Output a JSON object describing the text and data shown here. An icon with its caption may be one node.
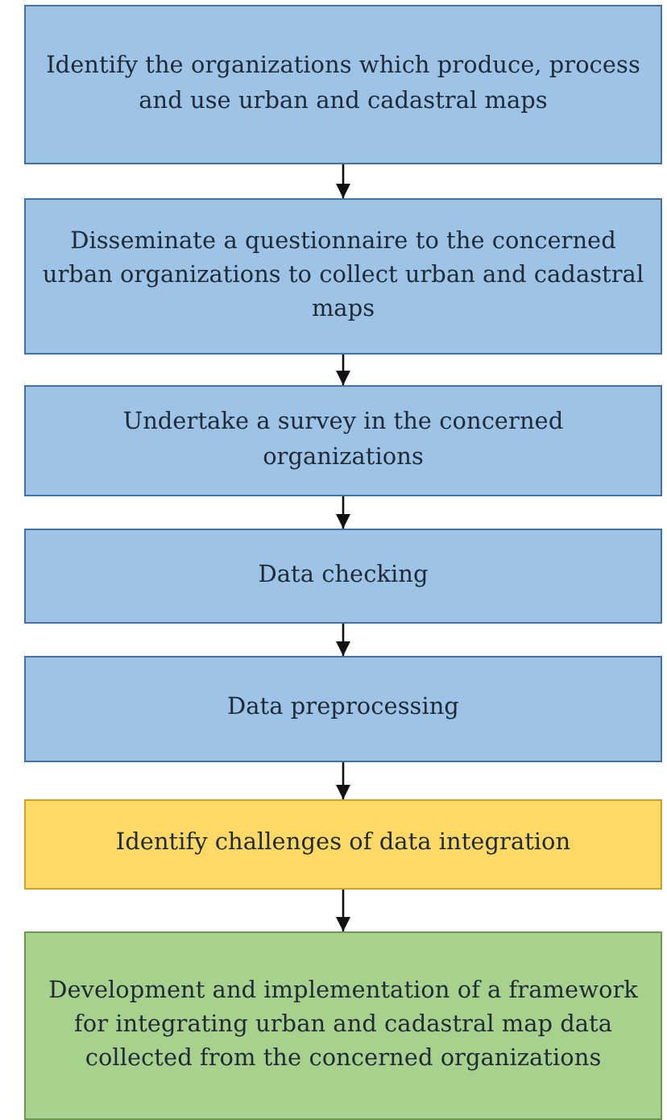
{
  "diagram": {
    "nodes": [
      {
        "text": [
          "Identify the organizations which produce, process and use urban and cadastral maps"
        ]
      },
      {
        "text": [
          "Disseminate a questionnaire to the concerned urban organizations to collect urban and cadastral maps"
        ]
      },
      {
        "text": [
          "Undertake a survey in the concerned organizations"
        ]
      },
      {
        "text": [
          "Data checking"
        ]
      },
      {
        "text": [
          "Data preprocessing"
        ]
      },
      {
        "text": [
          "Identify challenges of data integration"
        ]
      },
      {
        "text": [
          "Development and implementation of a framework for integrating urban and cadastral map data collected from the concerned organizations"
        ]
      }
    ],
    "edges": [
      {
        "from": 0,
        "to": 1,
        "arrow": "to"
      },
      {
        "from": 1,
        "to": 2,
        "arrow": "to"
      },
      {
        "from": 2,
        "to": 3,
        "arrow": "to"
      },
      {
        "from": 3,
        "to": 4,
        "arrow": "to"
      },
      {
        "from": 4,
        "to": 5,
        "arrow": "to"
      },
      {
        "from": 5,
        "to": 6,
        "arrow": "to"
      }
    ]
  }
}
